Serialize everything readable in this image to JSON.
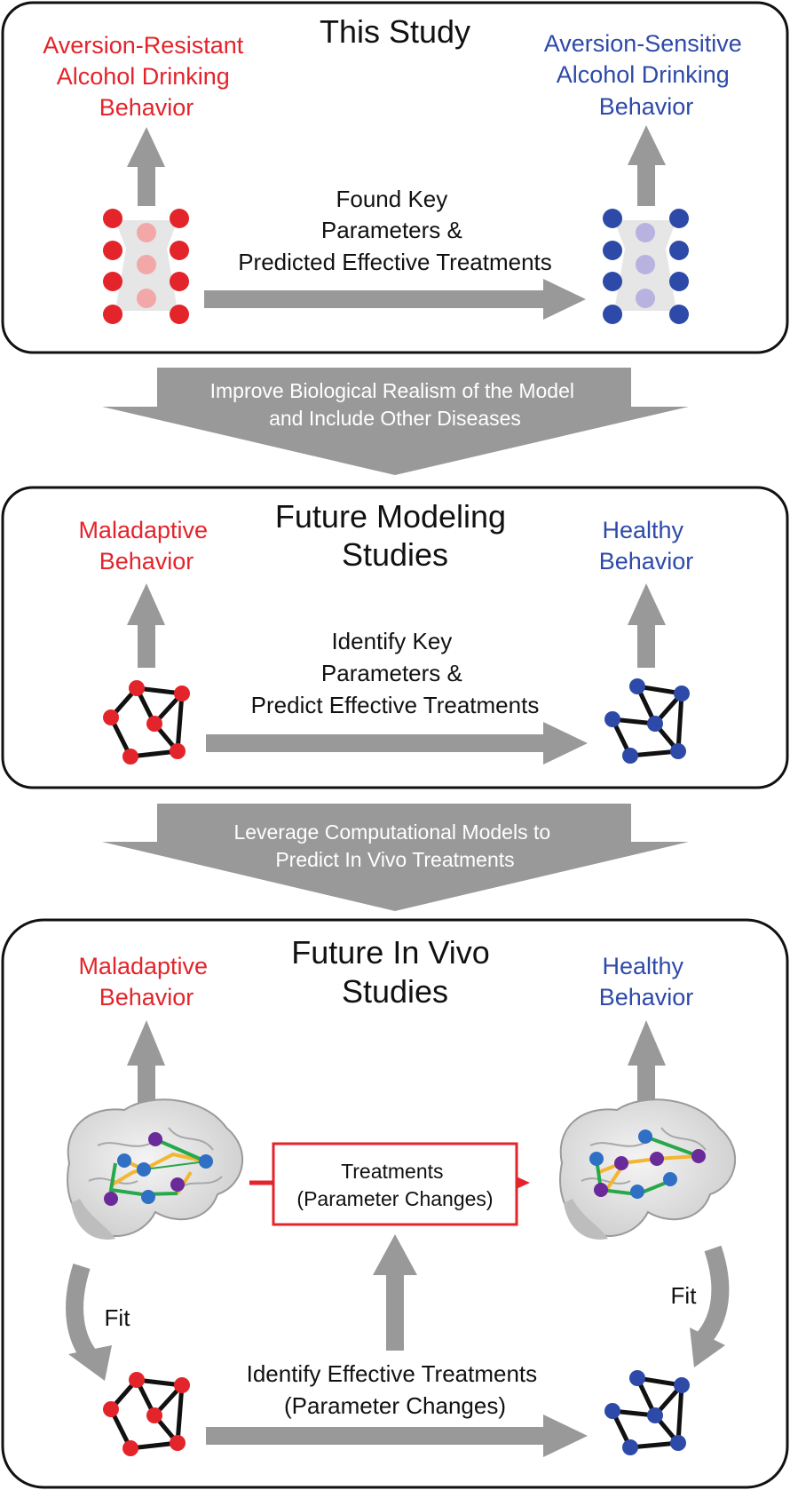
{
  "panel1": {
    "title": "This Study",
    "left_label": [
      "Aversion-Resistant",
      "Alcohol Drinking",
      "Behavior"
    ],
    "right_label": [
      "Aversion-Sensitive",
      "Alcohol Drinking",
      "Behavior"
    ],
    "middle_text": [
      "Found Key",
      "Parameters &",
      "Predicted Effective Treatments"
    ]
  },
  "transition1": [
    "Improve Biological Realism of the Model",
    "and Include Other Diseases"
  ],
  "panel2": {
    "title": [
      "Future Modeling",
      "Studies"
    ],
    "left_label": [
      "Maladaptive",
      "Behavior"
    ],
    "right_label": [
      "Healthy",
      "Behavior"
    ],
    "middle_text": [
      "Identify Key",
      "Parameters &",
      "Predict Effective Treatments"
    ]
  },
  "transition2": [
    "Leverage Computational Models to",
    "Predict In Vivo Treatments"
  ],
  "panel3": {
    "title": [
      "Future In Vivo",
      "Studies"
    ],
    "left_label": [
      "Maladaptive",
      "Behavior"
    ],
    "right_label": [
      "Healthy",
      "Behavior"
    ],
    "treatment_box": [
      "Treatments",
      "(Parameter Changes)"
    ],
    "fit_left": "Fit",
    "fit_right": "Fit",
    "bottom_text": [
      "Identify Effective Treatments",
      "(Parameter Changes)"
    ]
  },
  "colors": {
    "maladaptive": "#e3242b",
    "healthy": "#2e4aa8",
    "arrow_gray": "#999999",
    "panel_border": "#111111"
  }
}
